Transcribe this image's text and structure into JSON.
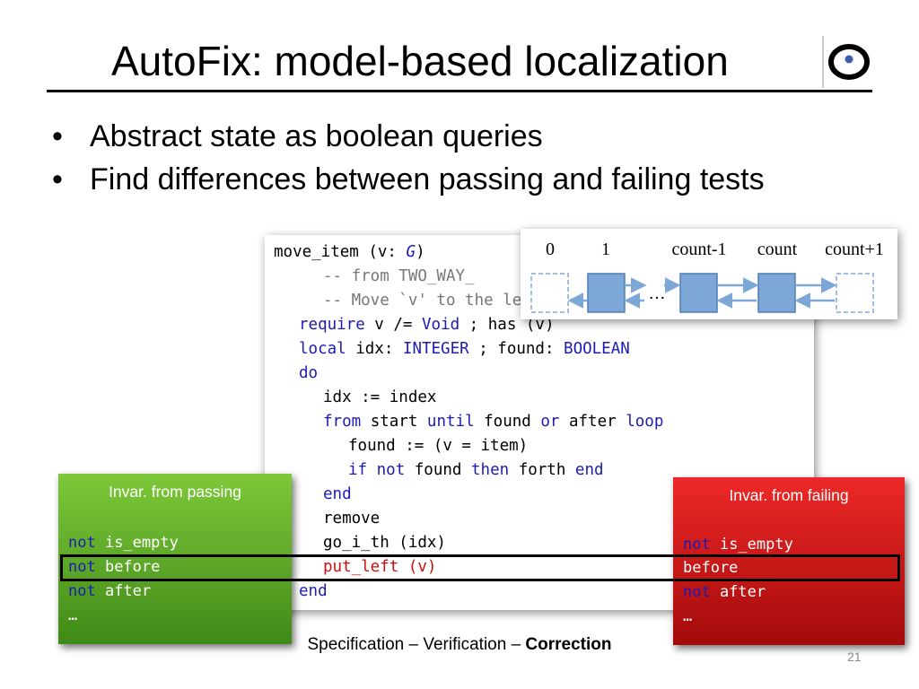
{
  "slide": {
    "title": "AutoFix: model-based localization",
    "bullets": [
      "Abstract state as boolean queries",
      "Find differences between passing and failing tests"
    ],
    "footer": {
      "prefix": "Specification – Verification – ",
      "emphasis": "Correction"
    },
    "page_number": "21"
  },
  "code": {
    "routine": "move_item",
    "arg_open": " (v: ",
    "arg_type": "G",
    "arg_close": ")",
    "comment1": "-- from TWO_WAY_",
    "comment2": "-- Move `v' to the le",
    "require_kw": "require",
    "require_rest1": " v /= ",
    "void": "Void",
    "require_rest2": " ; has (v)",
    "local_kw": "local",
    "local_rest1": " idx: ",
    "integer": "INTEGER",
    "local_rest2": " ; found: ",
    "boolean": "BOOLEAN",
    "do_kw": "do",
    "assign_idx": "idx := index",
    "from_kw": "from",
    "start_txt": " start ",
    "until_kw": "until",
    "found_txt": " found ",
    "or_kw": "or",
    "after_txt": " after ",
    "loop_kw": "loop",
    "found_assign": "found := (v = item)",
    "if_kw": "if",
    "not_kw": "not",
    "found_txt2": " found ",
    "then_kw": "then",
    "forth_txt": " forth ",
    "end_kw": "end",
    "remove": "remove",
    "go_i_th": "go_i_th (idx)",
    "put_left": "put_left (v)"
  },
  "list_diagram": {
    "indices": [
      "0",
      "1",
      "count-1",
      "count",
      "count+1"
    ],
    "ellipsis": "…",
    "node_color": "#7da7d6",
    "ghost_color": "#9fbde0"
  },
  "invariants": {
    "passing": {
      "heading": "Invar. from passing",
      "lines": [
        {
          "neg": "not",
          "text": " is_empty"
        },
        {
          "neg": "not",
          "text": " before"
        },
        {
          "neg": "not",
          "text": " after"
        }
      ],
      "more": "…",
      "color": "#5aa52a"
    },
    "failing": {
      "heading": "Invar. from failing",
      "lines": [
        {
          "neg": "not",
          "text": " is_empty"
        },
        {
          "neg": "",
          "text": "before"
        },
        {
          "neg": "not",
          "text": " after"
        }
      ],
      "more": "…",
      "color": "#d61a1a"
    }
  }
}
